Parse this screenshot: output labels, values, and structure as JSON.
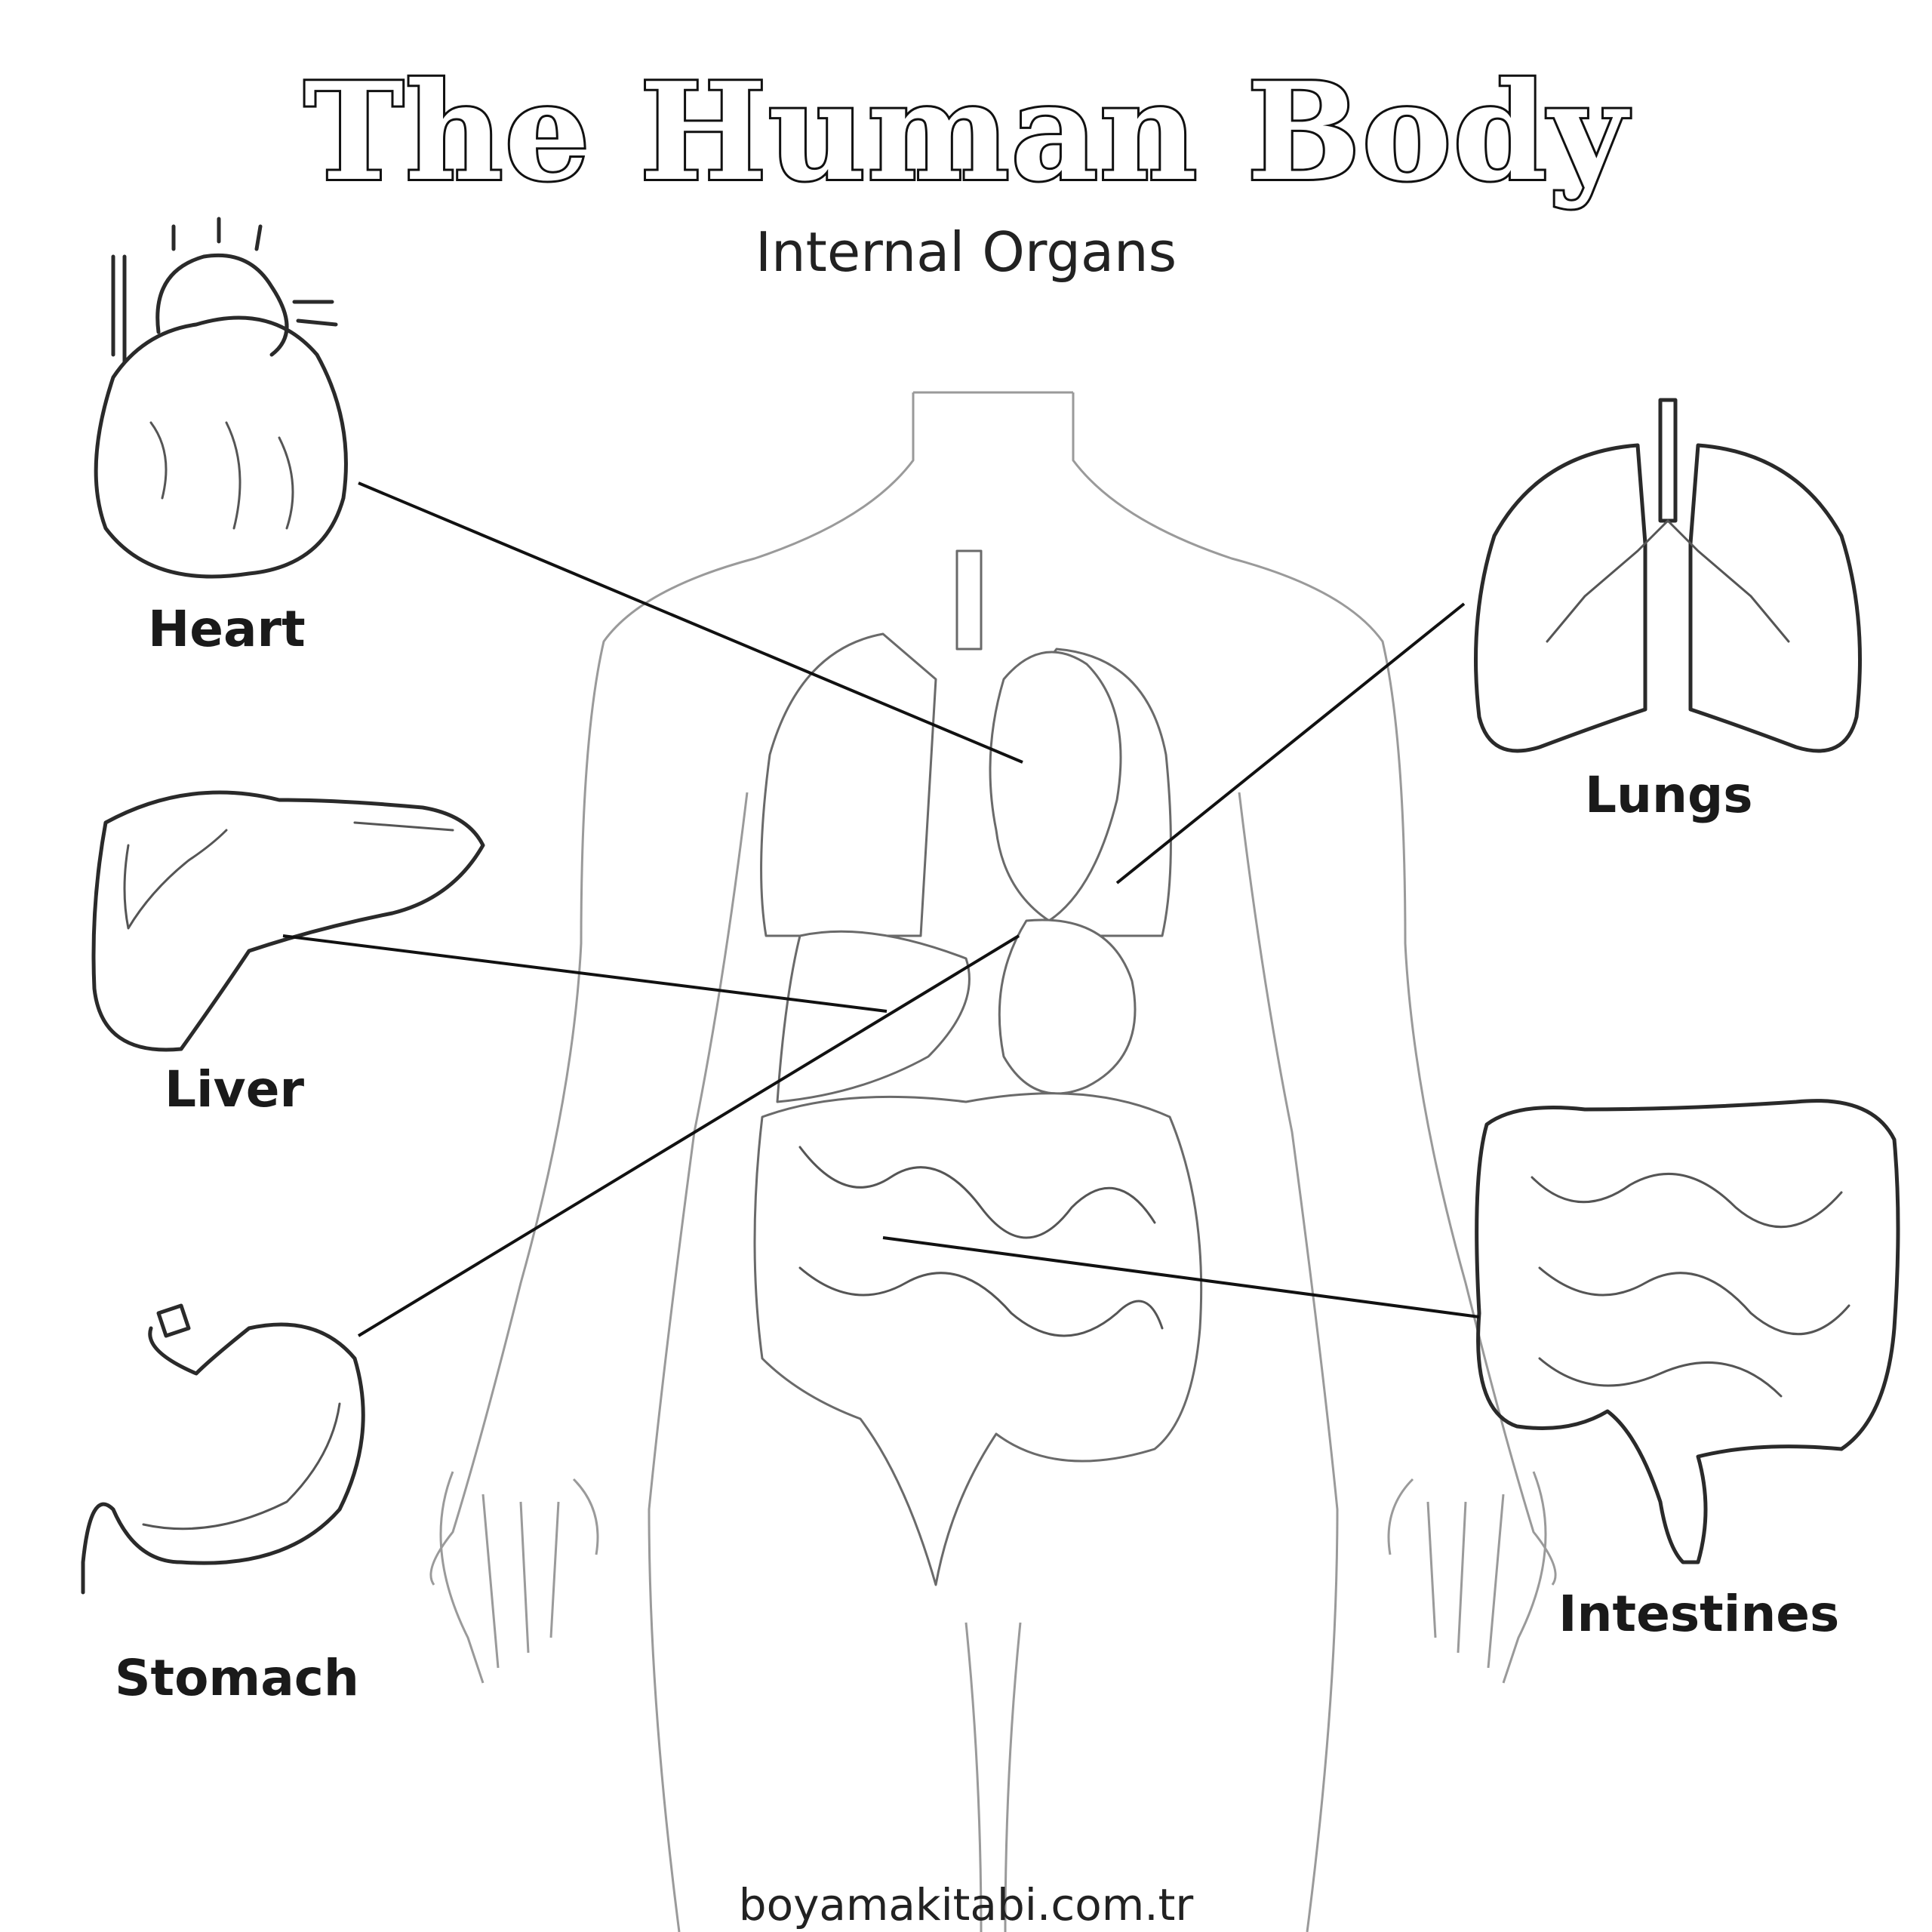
{
  "title": "The Human Body",
  "subtitle": "Internal Organs",
  "labels": {
    "heart": "Heart",
    "lungs": "Lungs",
    "liver": "Liver",
    "stomach": "Stomach",
    "intestines": "Intestines"
  },
  "footer": "boyamakitabi.com.tr",
  "colors": {
    "ink": "#111111",
    "outline": "#9a9a9a",
    "background": "#ffffff"
  }
}
